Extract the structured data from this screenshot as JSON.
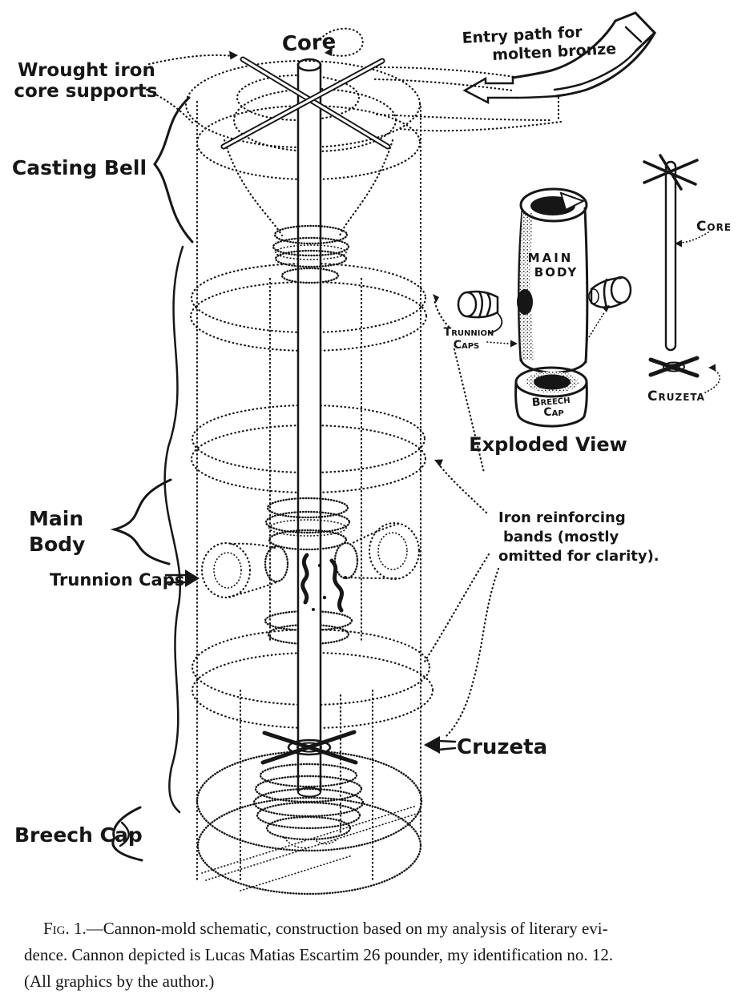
{
  "colors": {
    "ink": "#161616",
    "paper": "#ffffff"
  },
  "diagram": {
    "labels": {
      "core": "Core",
      "wrought_iron": [
        "Wrought iron",
        "core supports"
      ],
      "casting_bell": "Casting Bell",
      "entry_path": [
        "Entry path for",
        "molten bronze"
      ],
      "main_body": [
        "Main",
        "Body"
      ],
      "trunnion_caps": "Trunnion Caps",
      "cruzeta": "Cruzeta",
      "breech_cap": "Breech Cap",
      "iron_bands": [
        "Iron reinforcing",
        "bands (mostly",
        "omitted for clarity)."
      ]
    },
    "exploded_view": {
      "title": "Exploded View",
      "main_body": [
        "MAIN",
        "BODY"
      ],
      "trunnion_caps": [
        "Trunnion",
        "Caps"
      ],
      "breech_cap": [
        "Breech",
        "Cap"
      ],
      "core": "Core",
      "cruzeta": "Cruzeta"
    }
  },
  "caption": {
    "fig_label": "Fig. 1.",
    "line1_rest": "—Cannon-mold schematic, construction based on my analysis of literary evi-",
    "line2": "dence. Cannon depicted is Lucas Matias Escartim 26 pounder, my identification no. 12.",
    "line3": "(All graphics by the author.)"
  }
}
